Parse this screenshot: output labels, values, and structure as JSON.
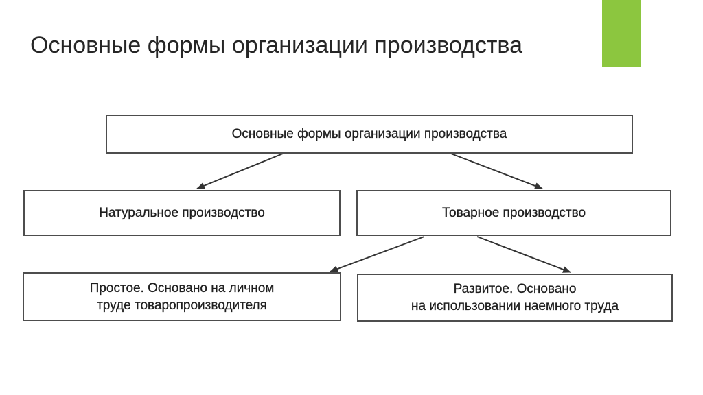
{
  "slide": {
    "title": "Основные формы организации производства",
    "accent_color": "#8cc63f"
  },
  "diagram": {
    "root": "Основные формы организации производства",
    "natural": "Натуральное производство",
    "commodity": "Товарное производство",
    "simple": {
      "line1": "Простое. Основано на личном",
      "line2": "труде товаропроизводителя"
    },
    "developed": {
      "line1": "Развитое. Основано",
      "line2": "на использовании наемного труда"
    },
    "line_color": "#333333"
  }
}
